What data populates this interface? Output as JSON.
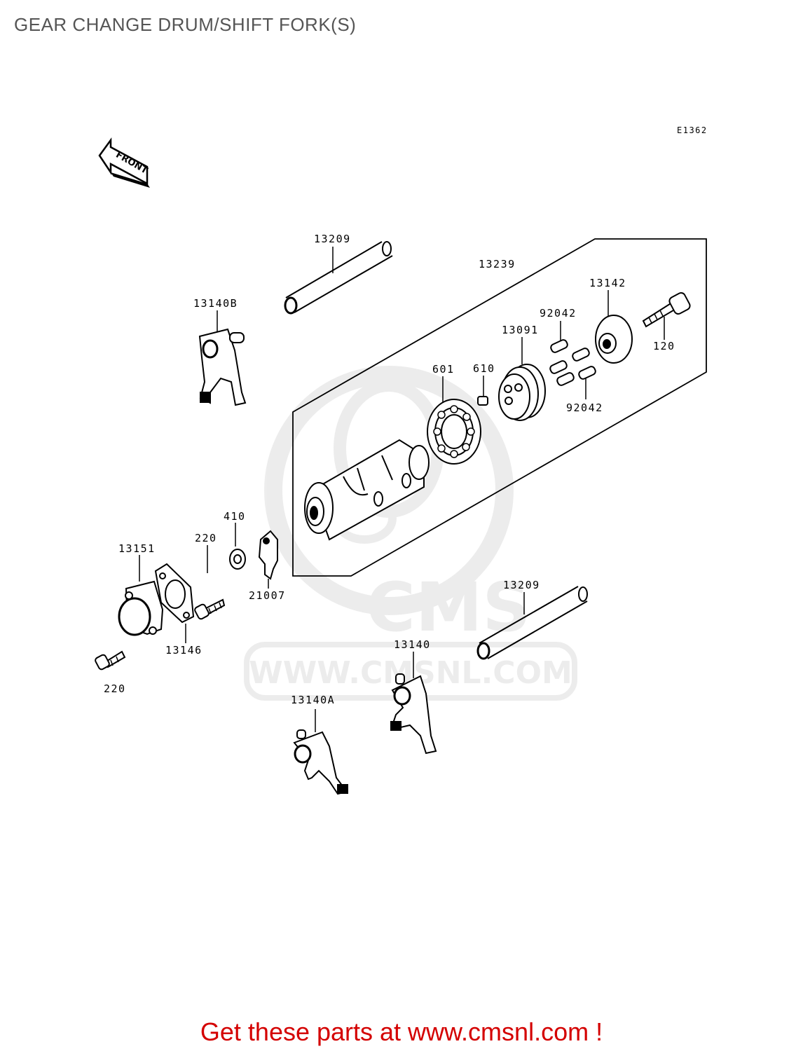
{
  "title": "GEAR CHANGE DRUM/SHIFT FORK(S)",
  "diagram_code": "E1362",
  "front_arrow_text": "FRONT",
  "watermark": {
    "brand": "CMS",
    "url": "WWW.CMSNL.COM"
  },
  "parts": {
    "shift_rod_top": "13209",
    "drum_assembly": "13239",
    "fork_b": "13140B",
    "holder_plate": "13142",
    "pins_top": "92042",
    "pins_bottom": "92042",
    "pin_holder": "13091",
    "bolt_right": "120",
    "bearing": "601",
    "dowel_pin": "610",
    "washer": "410",
    "bolt_mid": "220",
    "cover": "13151",
    "gasket": "13146",
    "positioning_lever": "21007",
    "bolt_bottom": "220",
    "shift_rod_bottom": "13209",
    "fork_center": "13140",
    "fork_a": "13140A"
  },
  "promo": {
    "prefix": "Get these parts at ",
    "link": "www.cmsnl.com",
    "suffix": " !"
  }
}
